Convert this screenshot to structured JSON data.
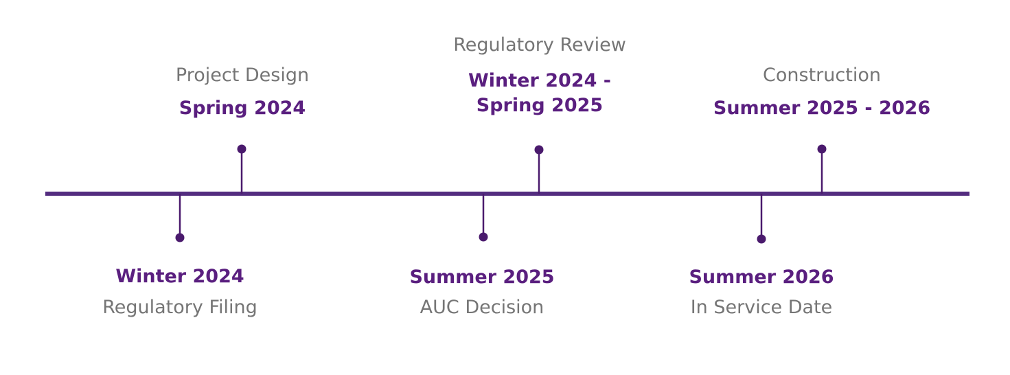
{
  "colors": {
    "axis": "#532c7f",
    "connector": "#4a1a6d",
    "dot": "#4a1a6d",
    "date_text": "#5a1f7f",
    "name_text": "#757575"
  },
  "milestones": [
    {
      "name": "Regulatory Filing",
      "date": "Winter 2024",
      "position": "below"
    },
    {
      "name": "Project Design",
      "date": "Spring 2024",
      "position": "above"
    },
    {
      "name": "AUC Decision",
      "date": "Summer 2025",
      "position": "below"
    },
    {
      "name": "Regulatory Review",
      "date": "Winter 2024 -\nSpring 2025",
      "position": "above"
    },
    {
      "name": "In Service Date",
      "date": "Summer 2026",
      "position": "below"
    },
    {
      "name": "Construction",
      "date": "Summer 2025 - 2026",
      "position": "above"
    }
  ]
}
